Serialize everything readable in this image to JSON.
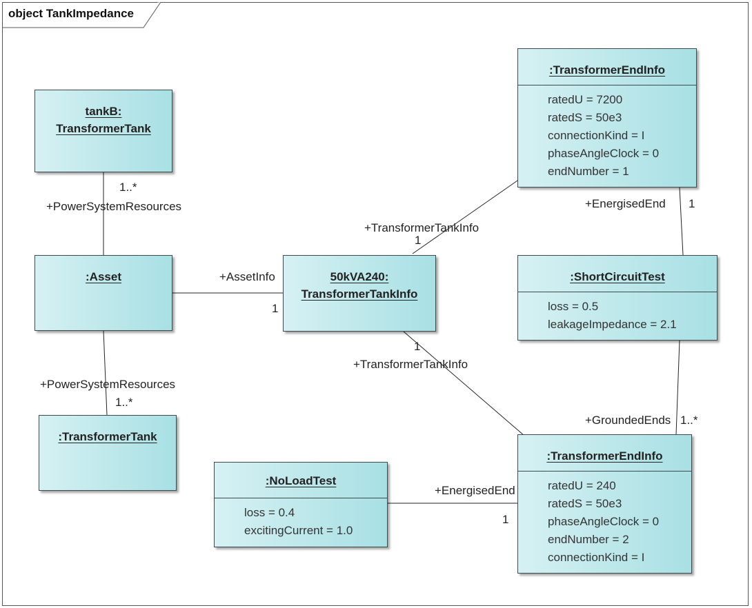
{
  "frame_title": "object TankImpedance",
  "objects": {
    "tankB": {
      "line1": "tankB:",
      "line2": "TransformerTank"
    },
    "asset": {
      "name": ":Asset"
    },
    "tankTop": {
      "name": ":TransformerTank"
    },
    "tankInfo": {
      "line1": "50kVA240:",
      "line2": "TransformerTankInfo"
    },
    "endInfoTop": {
      "name": ":TransformerEndInfo",
      "attrs": [
        "ratedU = 7200",
        "ratedS = 50e3",
        "connectionKind = I",
        "phaseAngleClock = 0",
        "endNumber = 1"
      ]
    },
    "shortCircuit": {
      "name": ":ShortCircuitTest",
      "attrs": [
        "loss = 0.5",
        "leakageImpedance = 2.1"
      ]
    },
    "endInfoBottom": {
      "name": ":TransformerEndInfo",
      "attrs": [
        "ratedU = 240",
        "ratedS = 50e3",
        "phaseAngleClock = 0",
        "endNumber = 2",
        "connectionKind = I"
      ]
    },
    "noLoad": {
      "name": ":NoLoadTest",
      "attrs": [
        "loss = 0.4",
        "excitingCurrent = 1.0"
      ]
    }
  },
  "links": {
    "tankB_asset": {
      "role": "+PowerSystemResources",
      "mult": "1..*"
    },
    "asset_tank": {
      "role": "+PowerSystemResources",
      "mult": "1..*"
    },
    "asset_info": {
      "role": "+AssetInfo",
      "mult": "1"
    },
    "info_endTop": {
      "role": "+TransformerTankInfo",
      "mult": "1"
    },
    "info_endBottom": {
      "role": "+TransformerTankInfo",
      "mult": "1"
    },
    "endTop_sc": {
      "role": "+EnergisedEnd",
      "mult": "1"
    },
    "sc_endBottom": {
      "role": "+GroundedEnds",
      "mult": "1..*"
    },
    "noload_endBottom": {
      "role": "+EnergisedEnd",
      "mult": "1"
    }
  }
}
